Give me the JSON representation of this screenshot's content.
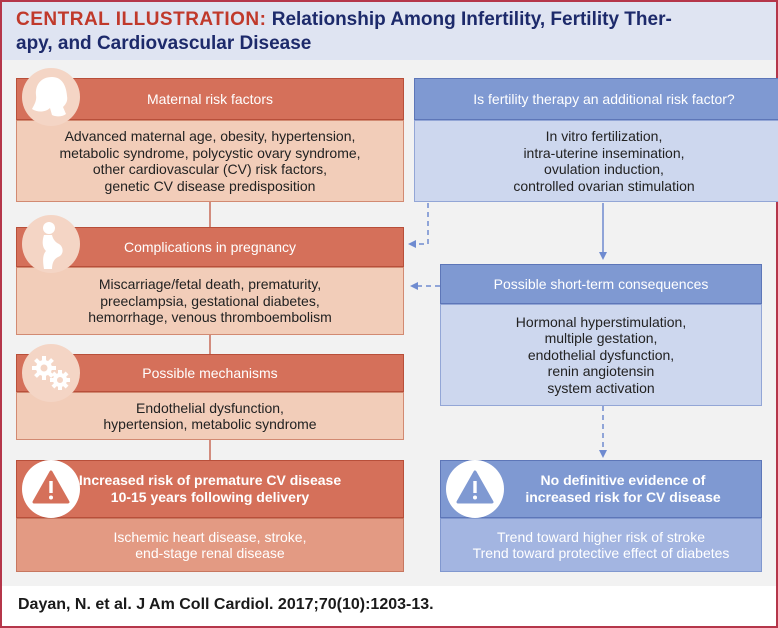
{
  "title": {
    "lead": "CENTRAL ILLUSTRATION:",
    "line1_rest": " Relationship Among Infertility, Fertility Ther-",
    "line2": "apy, and Cardiovascular Disease"
  },
  "left": {
    "maternal": {
      "header": "Maternal risk factors",
      "body": [
        "Advanced maternal age, obesity, hypertension,",
        "metabolic syndrome, polycystic ovary syndrome,",
        "other cardiovascular (CV) risk factors,",
        "genetic CV disease predisposition"
      ]
    },
    "pregnancy": {
      "header": "Complications in pregnancy",
      "body": [
        "Miscarriage/fetal death, prematurity,",
        "preeclampsia, gestational diabetes,",
        "hemorrhage, venous thromboembolism"
      ]
    },
    "mechanisms": {
      "header": "Possible mechanisms",
      "body": [
        "Endothelial dysfunction,",
        "hypertension, metabolic syndrome"
      ]
    },
    "increased": {
      "header": [
        "Increased risk of premature CV disease",
        "10-15 years following delivery"
      ],
      "body": [
        "Ischemic heart disease, stroke,",
        "end-stage renal disease"
      ]
    }
  },
  "right": {
    "therapy": {
      "header": "Is fertility therapy an additional risk factor?",
      "body": [
        "In vitro fertilization,",
        "intra-uterine insemination,",
        "ovulation induction,",
        "controlled ovarian stimulation"
      ]
    },
    "shortterm": {
      "header": "Possible short-term consequences",
      "body": [
        "Hormonal hyperstimulation,",
        "multiple gestation,",
        "endothelial dysfunction,",
        "renin angiotensin",
        "system activation"
      ]
    },
    "noevidence": {
      "header": [
        "No definitive evidence of",
        "increased risk for CV disease"
      ],
      "body": [
        "Trend toward higher risk of stroke",
        "Trend toward protective effect of diabetes"
      ]
    }
  },
  "icons": [
    "woman-head-icon",
    "pregnant-woman-icon",
    "gears-icon",
    "warning-icon"
  ],
  "citation": "Dayan, N. et al. J Am Coll Cardiol. 2017;70(10):1203-13.",
  "colors": {
    "title_lead": "#c0392b",
    "title_text": "#1d2a6b",
    "red_header": "#d5705a",
    "red_body": "#f2cdb9",
    "blue_header": "#7f99d2",
    "blue_body": "#cdd7ee",
    "border": "#b5364a"
  }
}
